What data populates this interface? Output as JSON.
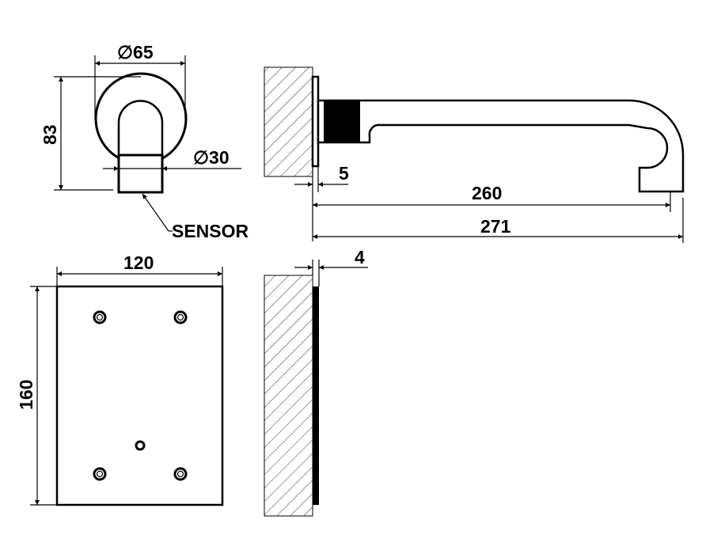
{
  "front_view": {
    "diameter_outer": "∅65",
    "height": "83",
    "diameter_spout": "∅30",
    "sensor_label": "SENSOR"
  },
  "side_view": {
    "flange_thickness": "5",
    "reach_outlet": "260",
    "reach_total": "271"
  },
  "plate_front": {
    "width": "120",
    "height": "160"
  },
  "plate_side": {
    "thickness": "4"
  }
}
